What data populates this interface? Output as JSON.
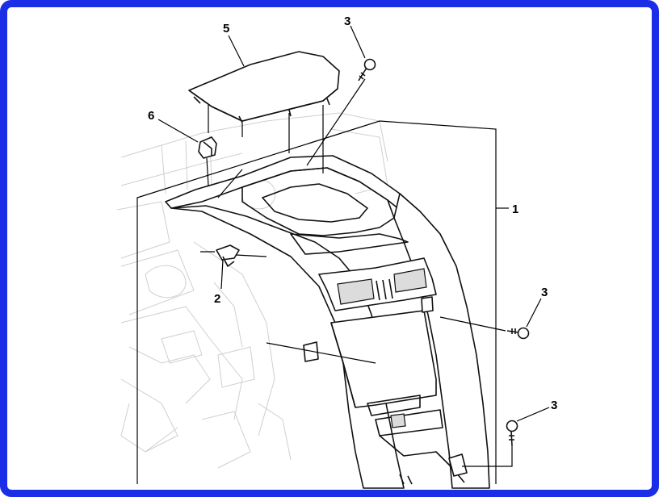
{
  "diagram": {
    "frame_color": "#1a2ee8",
    "callouts": [
      {
        "id": "callout-1",
        "label": "1"
      },
      {
        "id": "callout-2",
        "label": "2"
      },
      {
        "id": "callout-3-top",
        "label": "3"
      },
      {
        "id": "callout-3-right",
        "label": "3"
      },
      {
        "id": "callout-3-bottom",
        "label": "3"
      },
      {
        "id": "callout-5",
        "label": "5"
      },
      {
        "id": "callout-6",
        "label": "6"
      }
    ],
    "parts": [
      {
        "ref": "1",
        "icon": "center-console-bezel"
      },
      {
        "ref": "2",
        "icon": "retaining-clip"
      },
      {
        "ref": "3",
        "icon": "screw"
      },
      {
        "ref": "5",
        "icon": "storage-lid"
      },
      {
        "ref": "6",
        "icon": "clip"
      }
    ]
  }
}
